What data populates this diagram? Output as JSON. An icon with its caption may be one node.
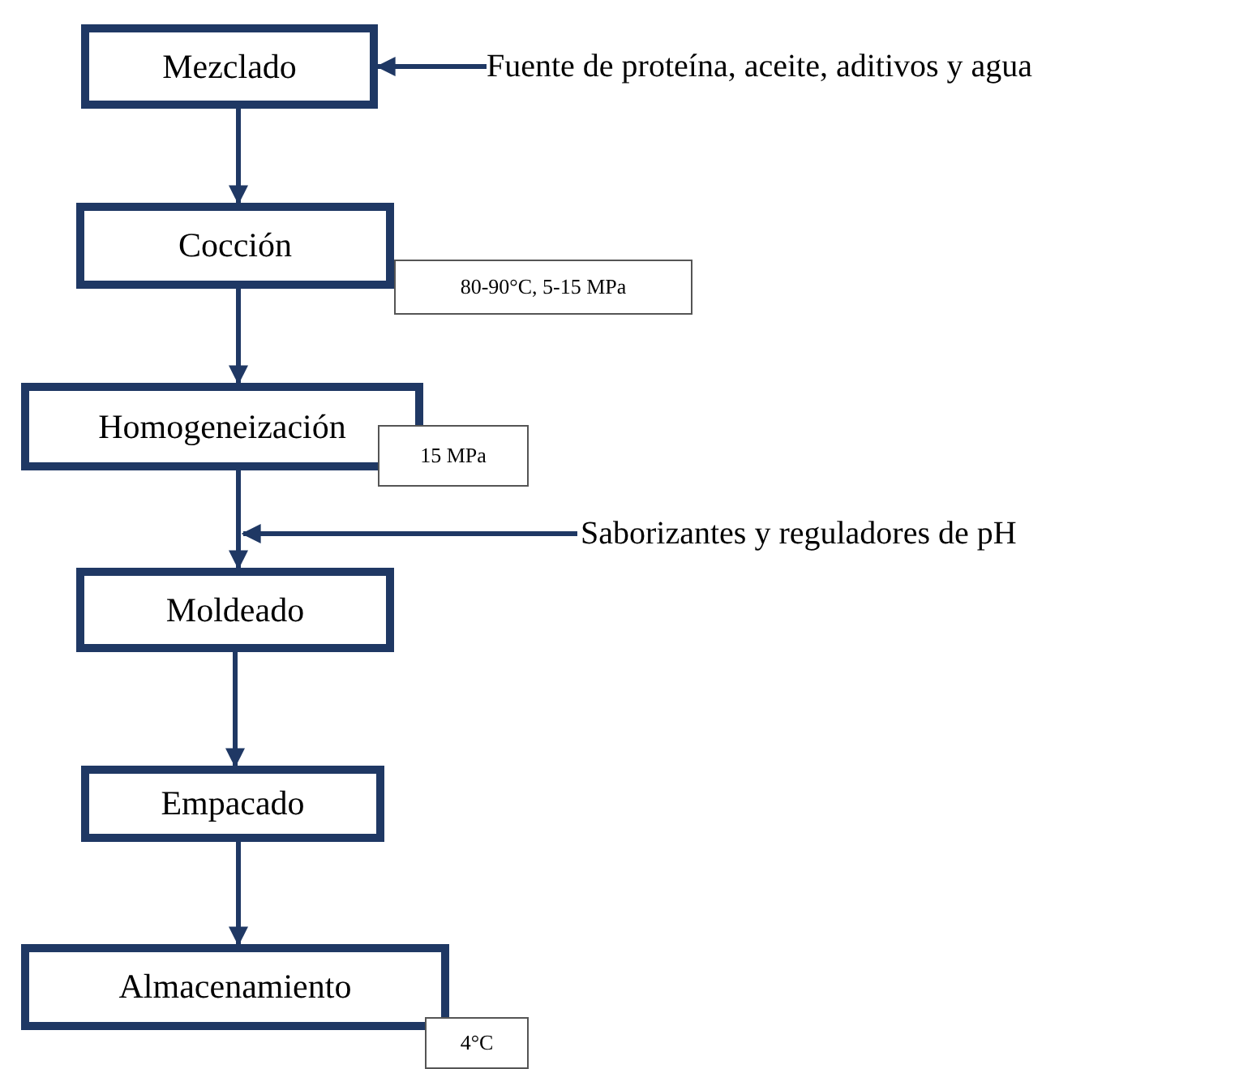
{
  "diagram": {
    "nodes": [
      {
        "text": [
          "Mezclado"
        ]
      },
      {
        "text": [
          "Fuente de proteína, aceite, aditivos y agua"
        ]
      },
      {
        "text": [
          "Cocción"
        ]
      },
      {
        "text": [
          "80-90°C, 5-15 MPa"
        ]
      },
      {
        "text": [
          "Homogeneización"
        ]
      },
      {
        "text": [
          "15 MPa"
        ]
      },
      {
        "text": [
          "Saborizantes y reguladores de pH"
        ]
      },
      {
        "text": [
          "Moldeado"
        ]
      },
      {
        "text": [
          "Empacado"
        ]
      },
      {
        "text": [
          "Almacenamiento"
        ]
      },
      {
        "text": [
          "4°C"
        ]
      }
    ],
    "edges": [
      {
        "from": 1,
        "to": 0,
        "arrow": "to"
      },
      {
        "from": 0,
        "to": 2,
        "arrow": "to"
      },
      {
        "from": 2,
        "to": 4,
        "arrow": "to"
      },
      {
        "from": 4,
        "to": 7,
        "arrow": "to"
      },
      {
        "from": 6,
        "to": 7,
        "arrow": "to"
      },
      {
        "from": 7,
        "to": 8,
        "arrow": "to"
      },
      {
        "from": 8,
        "to": 9,
        "arrow": "to"
      }
    ]
  }
}
